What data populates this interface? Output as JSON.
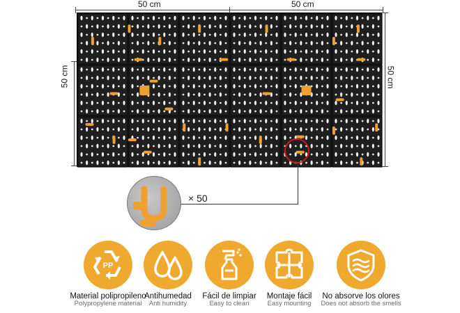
{
  "dimensions": {
    "top_left": "50 cm",
    "top_right": "50 cm",
    "left": "50 cm",
    "right": "50 cm"
  },
  "board": {
    "panels_cols": 6,
    "panels_rows": 3,
    "panel_color": "#1b1b1b",
    "accessory_color": "#f0a030"
  },
  "hook_callout": {
    "quantity": "× 50"
  },
  "colors": {
    "accent": "#f0a92f",
    "highlight_ring": "#d01818"
  },
  "features": [
    {
      "icon": "recycle-pp-icon",
      "title": "Material  polipropileno",
      "subtitle": "Polypropylene material"
    },
    {
      "icon": "water-drops-icon",
      "title": "Antihumedad",
      "subtitle": "Anti humidity"
    },
    {
      "icon": "spray-bottle-icon",
      "title": "Fácil de limpiar",
      "subtitle": "Easy to clean"
    },
    {
      "icon": "puzzle-icon",
      "title": "Montaje fácil",
      "subtitle": "Easy mounting"
    },
    {
      "icon": "no-odor-shield-icon",
      "title": "No absorve los olores",
      "subtitle": "Does not absorb the smells"
    }
  ],
  "recycle_label": "PP"
}
